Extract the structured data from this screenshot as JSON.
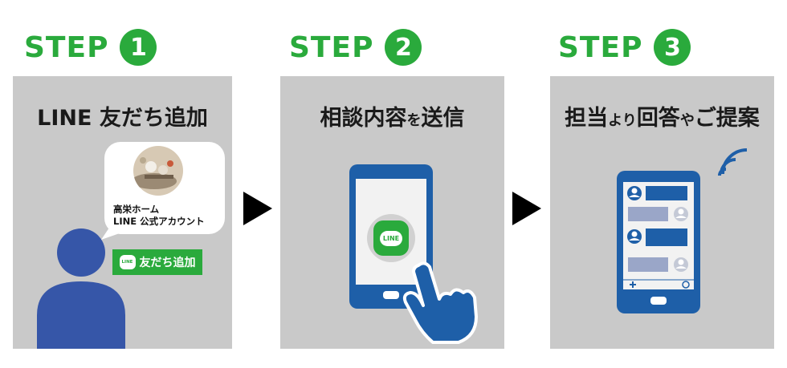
{
  "steps": [
    {
      "label": "STEP",
      "number": "1",
      "title": "LINE 友だち追加",
      "bubble": {
        "line1": "高栄ホーム",
        "line2": "LINE 公式アカウント"
      },
      "button": {
        "logo": "LINE",
        "label": "友だち追加"
      }
    },
    {
      "label": "STEP",
      "number": "2",
      "title_main1": "相談内容",
      "title_small": "を",
      "title_main2": "送信",
      "phone_logo": "LINE"
    },
    {
      "label": "STEP",
      "number": "3",
      "title_main1": "担当",
      "title_small1": "より",
      "title_main2": "回答",
      "title_small2": "や",
      "title_main3": "ご提案"
    }
  ],
  "colors": {
    "green": "#2aaa3c",
    "panel": "#c9c9c9",
    "blue": "#1e5fa8",
    "person": "#3656a8"
  }
}
